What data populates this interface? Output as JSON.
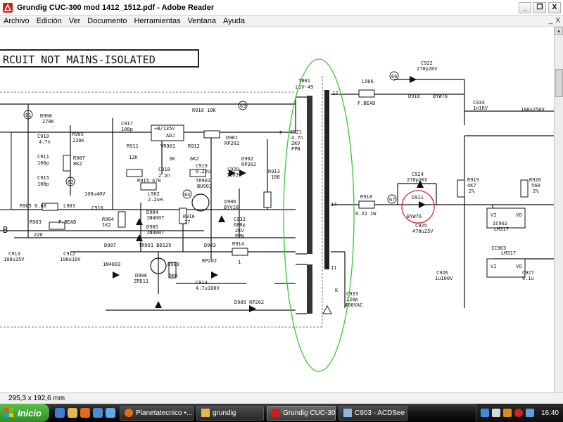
{
  "window": {
    "title": "Grundig CUC-300 mod 1412_1512.pdf - Adobe Reader",
    "minimize_label": "_",
    "maximize_label": "❐",
    "close_label": "X"
  },
  "menu": {
    "items": [
      "Archivo",
      "Edición",
      "Ver",
      "Documento",
      "Herramientas",
      "Ventana",
      "Ayuda"
    ],
    "doc_controls": [
      "_",
      "X"
    ]
  },
  "schematic": {
    "banner": "RCUIT NOT MAINS-ISOLATED",
    "labels": {
      "t801": "T801",
      "lsv": "LSV-49",
      "l906": "L906",
      "fbead1": "F.BEAD",
      "c922": "C922",
      "c922v": "270p2KV",
      "d910": "D910",
      "byw76a": "BYW76",
      "c934": "C934",
      "c934v": "1n1KV",
      "c935": "100u250V",
      "r908": "R908",
      "r908v": "270K",
      "c910": "C910",
      "c910v": "4.7n",
      "r905": "R905",
      "r905v": "220K",
      "c911": "C911",
      "c911v": "100p",
      "r907": "R907",
      "r907v": "8K2",
      "c915": "C915",
      "c915v": "100p",
      "c917": "C917",
      "c917v": "100p",
      "r910": "R910 10K",
      "r911": "R911",
      "r911v": "12K",
      "vr901": "VR901",
      "vr901v": "3K",
      "r912": "R912",
      "r912v": "6K2",
      "c918": "C918",
      "c918v": "2.2n",
      "c919": "C919",
      "c919v": "0.22U",
      "d901": "D901",
      "rp202a": "RP202",
      "d902": "D902",
      "rp202b": "RP202",
      "c920": "C920",
      "c920v": "1u63V",
      "r913": "R913",
      "r913v": "100",
      "c921": "C921",
      "c921v": "4.7n",
      "c921v2": "2KV",
      "c921v3": "PPN",
      "adj": "+B/135V",
      "adjsub": "ADJ",
      "r915": "R915 470",
      "l902": "L902",
      "l902v": "2.2uH",
      "tr902": "TR902",
      "tr902v": "BU903",
      "d904": "D904",
      "in4007a": "1N4007",
      "d905": "D905",
      "in4007b": "1N4007",
      "r916": "R916",
      "r916v": "27",
      "r904": "R904",
      "r904v": "1K2",
      "d906": "D906",
      "d906v": "BYV16",
      "c932": "C932",
      "c932v": "680p",
      "c932v2": "2KV",
      "c932v3": "PPN",
      "f": "F",
      "r905b": "R905 0.68",
      "l903": "L903",
      "fbead2": "F.BEAD",
      "c916": "C916",
      "c916v": "100u40V",
      "r903": "R903",
      "r903v": "220",
      "c913": "C913",
      "c913v": "100u35V",
      "c912": "C912",
      "c912v": "100u10V",
      "d907": "D907",
      "in4003": "1N4003",
      "tr901": "TR901 BD139",
      "d903": "D903",
      "rp202c": "RP202",
      "r914": "R914",
      "r914v": "1",
      "d908": "D908",
      "zpd11": "ZPD11",
      "r909": "R909",
      "r909v": "5K6",
      "c914": "C914",
      "c914v": "4.7u100V",
      "d909": "D909 RP202",
      "c933": "C933",
      "c933v": "220p",
      "c933v2": "400VAC",
      "c924": "C924",
      "c924v": "270p2KV",
      "r918": "R918",
      "r918v": "0.22 1W",
      "d911": "D911",
      "byw76b": "BYW76",
      "c925": "C925",
      "c925v": "470u25V",
      "r919": "R919",
      "r919v": "4K7",
      "r919v2": "2%",
      "r920": "R920",
      "r920v": "560",
      "r920v2": "2%",
      "ic902": "IC902",
      "ic902v": "LM317",
      "ic903": "IC903",
      "ic903v": "LM317",
      "c926": "C926",
      "c926v": "1u100V",
      "c927": "C927",
      "c927v": "0.1u",
      "vi": "VI",
      "vo": "VO",
      "n61": "61",
      "n62": "62",
      "n63": "63",
      "n64": "64",
      "n66": "66",
      "n67": "67",
      "pin17": "17",
      "pin11": "11",
      "pin14": "14",
      "b": "B",
      "k": "K"
    },
    "highlight_circle_color": "#33cc33",
    "highlight_mark_color": "#dd2222"
  },
  "status": {
    "page_size": "295,3 x 192,6 mm"
  },
  "taskbar": {
    "start_label": "Inicio",
    "tasks": [
      {
        "label": "Planetatecnico •...",
        "active": false
      },
      {
        "label": "grundig",
        "active": false
      },
      {
        "label": "Grundig CUC-30...",
        "active": true
      },
      {
        "label": "C903 - ACDSee ...",
        "active": false
      }
    ],
    "clock": "16:40"
  }
}
